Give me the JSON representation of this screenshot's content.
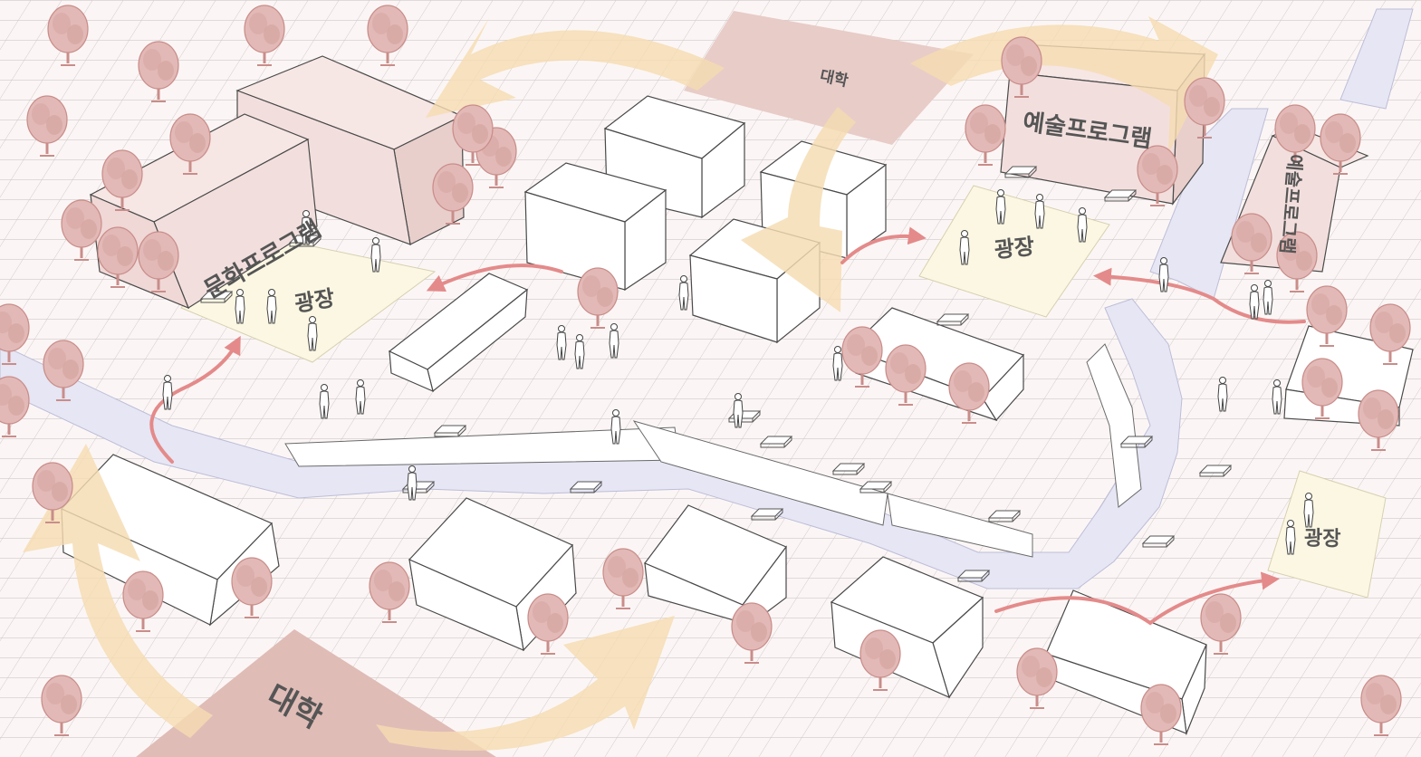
{
  "labels": {
    "univ_top": "대학",
    "univ_bottom": "대학",
    "culture_program": "문화프로그램",
    "arts_program": "예술프로그램",
    "arts_program_right": "예술프로그램",
    "plaza_left": "광장",
    "plaza_center": "광장",
    "plaza_right": "광장"
  },
  "colors": {
    "ground": "#fbf6f5",
    "grid_line": "#ccc5c5",
    "canal": "#e6e6f4",
    "program_building": "#f2dfdd",
    "university_zone": "#e3c4bf",
    "plaza": "#fbf7e3",
    "flow_arrow": "#f5dcb2",
    "connection_arrow": "#e48a8a",
    "tree": "#d8a9a6",
    "outline": "#4a4a4a"
  }
}
